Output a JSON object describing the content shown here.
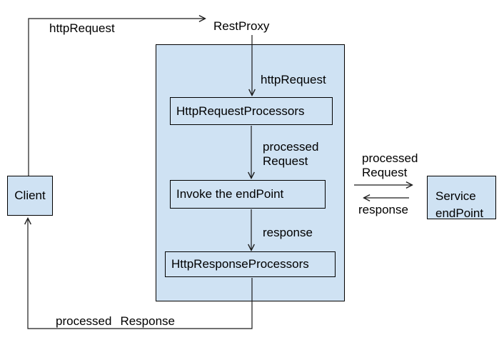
{
  "nodes": {
    "client": "Client",
    "http_request_processors": "HttpRequestProcessors",
    "invoke_endpoint": "Invoke the endPoint",
    "http_response_processors": "HttpResponseProcessors",
    "service_endpoint_line1": "Service",
    "service_endpoint_line2": "endPoint"
  },
  "labels": {
    "rest_proxy": "RestProxy",
    "http_request_top": "httpRequest",
    "http_request_inner": "httpRequest",
    "processed_request_inner_line1": "processed",
    "processed_request_inner_line2": "Request",
    "response_inner": "response",
    "processed_request_right_line1": "processed",
    "processed_request_right_line2": "Request",
    "response_right": "response",
    "processed_response_word1": "processed",
    "processed_response_word2": "Response"
  },
  "colors": {
    "node_fill": "#cfe2f3",
    "node_border": "#000000",
    "connector": "#1c1c1c",
    "text": "#000000",
    "background": "#ffffff"
  }
}
